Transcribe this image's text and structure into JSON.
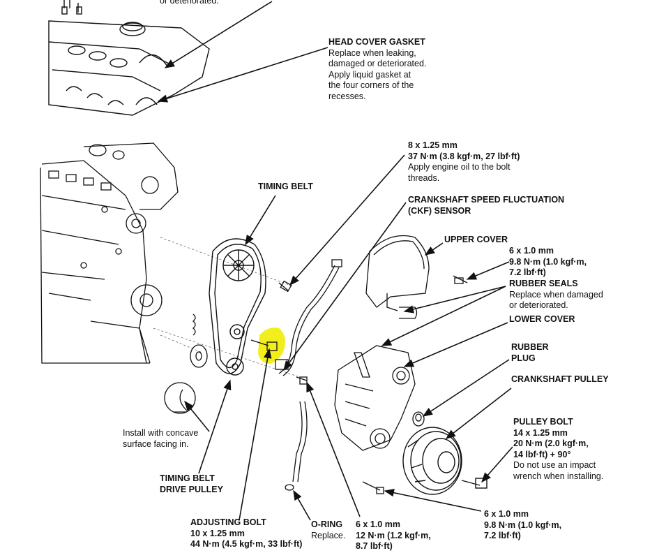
{
  "colors": {
    "line": "#111111",
    "highlight": "#f2ee1e",
    "paper": "#ffffff"
  },
  "labels": {
    "top_fragment": "or deteriorated.",
    "head_cover_gasket": {
      "title": "HEAD COVER GASKET",
      "lines": [
        "Replace when leaking,",
        "damaged or deteriorated.",
        "Apply liquid gasket at",
        "the four corners of the",
        "recesses."
      ]
    },
    "bolt_8mm": {
      "lines_bold": [
        "8 x 1.25 mm",
        "37 N·m (3.8 kgf·m, 27 lbf·ft)"
      ],
      "lines": [
        "Apply engine oil to the bolt",
        "threads."
      ]
    },
    "timing_belt": "TIMING BELT",
    "ckf_sensor": [
      "CRANKSHAFT SPEED FLUCTUATION",
      "(CKF) SENSOR"
    ],
    "upper_cover": "UPPER COVER",
    "bolt_6mm_top": [
      "6 x 1.0 mm",
      "9.8 N·m (1.0 kgf·m,",
      "7.2 lbf·ft)"
    ],
    "rubber_seals": {
      "title": "RUBBER SEALS",
      "lines": [
        "Replace when damaged",
        "or deteriorated."
      ]
    },
    "lower_cover": "LOWER COVER",
    "rubber_plug": [
      "RUBBER",
      "PLUG"
    ],
    "crankshaft_pulley": "CRANKSHAFT PULLEY",
    "pulley_bolt": {
      "lines_bold": [
        "PULLEY BOLT",
        "14 x 1.25 mm",
        "20 N·m (2.0 kgf·m,",
        "14 lbf·ft) + 90°"
      ],
      "lines": [
        "Do not use an impact",
        "wrench when installing."
      ]
    },
    "install_note": [
      "Install with concave",
      "surface facing in."
    ],
    "drive_pulley": [
      "TIMING BELT",
      "DRIVE PULLEY"
    ],
    "adjusting_bolt": [
      "ADJUSTING BOLT",
      "10 x 1.25 mm",
      "44 N·m (4.5 kgf·m, 33 lbf·ft)"
    ],
    "o_ring": {
      "title": "O-RING",
      "line": "Replace."
    },
    "bolt_6mm_mid": [
      "6 x 1.0 mm",
      "12 N·m (1.2 kgf·m,",
      "8.7 lbf·ft)"
    ],
    "bolt_6mm_bottom": [
      "6 x 1.0 mm",
      "9.8 N·m (1.0 kgf·m,",
      "7.2 lbf·ft)"
    ]
  }
}
